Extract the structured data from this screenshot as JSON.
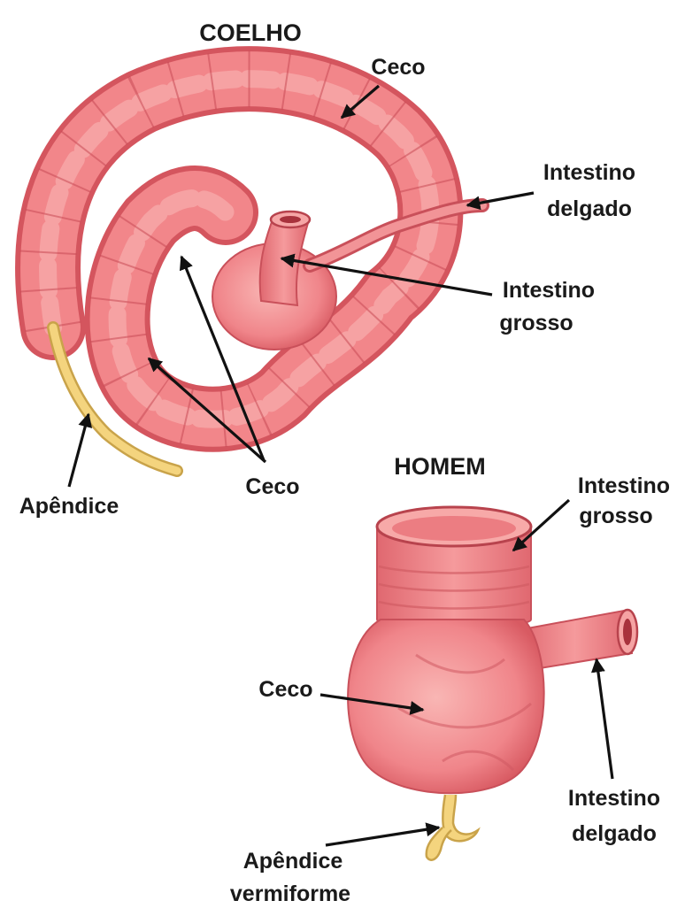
{
  "rabbit": {
    "title": "COELHO",
    "ceco_top": "Ceco",
    "intestino_delgado_1": "Intestino",
    "intestino_delgado_2": "delgado",
    "intestino_grosso_1": "Intestino",
    "intestino_grosso_2": "grosso",
    "ceco_bottom": "Ceco",
    "apendice": "Apêndice"
  },
  "human": {
    "title": "HOMEM",
    "intestino_grosso_1": "Intestino",
    "intestino_grosso_2": "grosso",
    "ceco": "Ceco",
    "intestino_delgado_1": "Intestino",
    "intestino_delgado_2": "delgado",
    "apendice_1": "Apêndice",
    "apendice_2": "vermiforme"
  },
  "colors": {
    "tissue": "#f2868a",
    "tissue_dark": "#d9585f",
    "tissue_light": "#f9b2b2",
    "appendix": "#f3d27a",
    "ink": "#111111"
  }
}
